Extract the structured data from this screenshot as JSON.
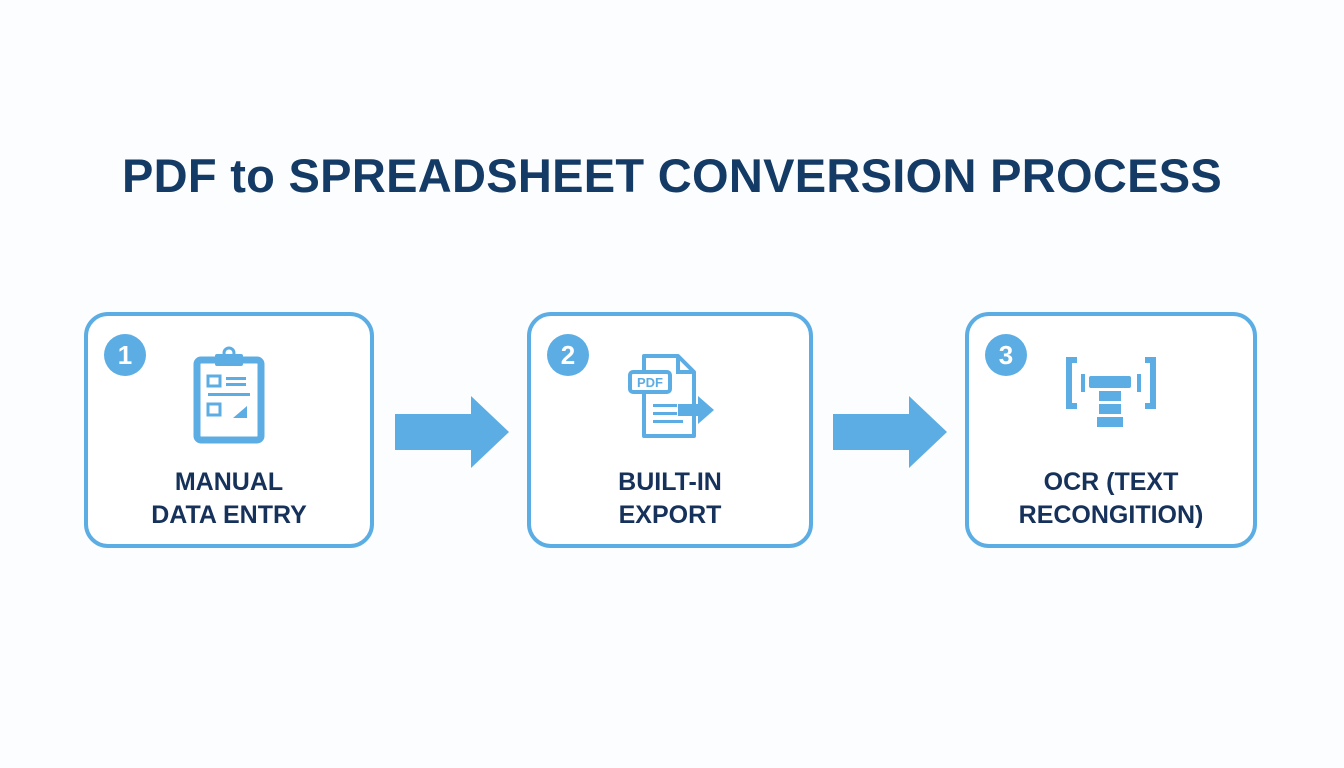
{
  "title": "PDF to SPREADSHEET CONVERSION PROCESS",
  "steps": [
    {
      "number": "1",
      "line1": "MANUAL",
      "line2": "DATA ENTRY",
      "icon": "clipboard-icon"
    },
    {
      "number": "2",
      "line1": "BUILT-IN",
      "line2": "EXPORT",
      "icon": "pdf-export-icon",
      "icon_text": "PDF"
    },
    {
      "number": "3",
      "line1": "OCR (TEXT",
      "line2": "RECONGITION)",
      "icon": "text-scan-icon"
    }
  ],
  "colors": {
    "accent": "#5cade3",
    "title": "#143a66",
    "text": "#16325a"
  }
}
